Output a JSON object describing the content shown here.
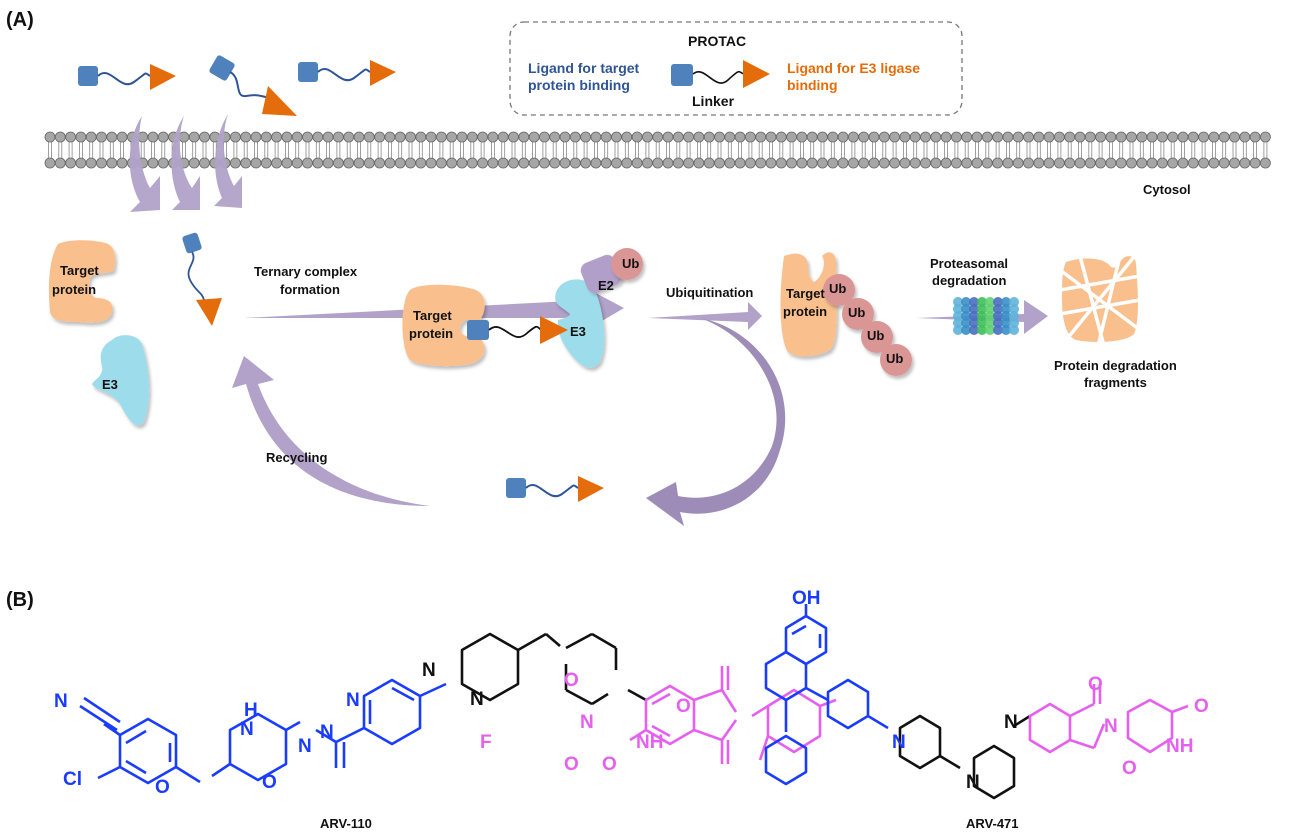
{
  "panel_a": {
    "label": "(A)",
    "legend": {
      "title": "PROTAC",
      "left_line1": "Ligand for target",
      "left_line2": "protein binding",
      "linker": "Linker",
      "right_line1": "Ligand for E3 ligase",
      "right_line2": "binding"
    },
    "cytosol": "Cytosol",
    "free_target_line1": "Target",
    "free_target_line2": "protein",
    "free_e3": "E3",
    "ternary_line1": "Ternary complex",
    "ternary_line2": "formation",
    "complex_target_line1": "Target",
    "complex_target_line2": "protein",
    "complex_e3": "E3",
    "complex_e2": "E2",
    "complex_ub": "Ub",
    "ubiquitination": "Ubiquitination",
    "ub_target_line1": "Target",
    "ub_target_line2": "protein",
    "ub_chain": [
      "Ub",
      "Ub",
      "Ub",
      "Ub"
    ],
    "proteasomal_line1": "Proteasomal",
    "proteasomal_line2": "degradation",
    "fragments_line1": "Protein degradation",
    "fragments_line2": "fragments",
    "recycling": "Recycling",
    "colors": {
      "target_ligand": "#4f81bd",
      "e3_ligand": "#e46c0a",
      "target_protein": "#f9c08e",
      "e3": "#9ddcea",
      "e2": "#b29fc9",
      "ub": "#d99694",
      "arrow": "#b2a2c9",
      "membrane": "#a6a6a6"
    }
  },
  "panel_b": {
    "label": "(B)",
    "compounds": [
      {
        "name": "ARV-110",
        "atoms": {
          "N_nitrile": "N",
          "Cl": "Cl",
          "O_ether": "O",
          "NH_H": "H",
          "NH_N": "N",
          "O_amide": "O",
          "N_pyr1": "N",
          "N_pyr2": "N",
          "N_pip": "N",
          "N_pz1": "N",
          "N_pz2": "N",
          "F": "F",
          "O_top": "O",
          "O_bot": "O",
          "N_imide": "N",
          "O_glut1": "O",
          "O_glut2": "O",
          "NH_glut": "NH"
        }
      },
      {
        "name": "ARV-471",
        "atoms": {
          "OH": "OH",
          "N_pip": "N",
          "N_pz1": "N",
          "N_pz2": "N",
          "O_lactam": "O",
          "N_lactam": "N",
          "O_glut1": "O",
          "O_glut2": "O",
          "NH_glut": "NH"
        }
      }
    ],
    "colors": {
      "target_ligand": "#1a3cff",
      "linker": "#111111",
      "e3_ligand": "#e660f0"
    }
  }
}
